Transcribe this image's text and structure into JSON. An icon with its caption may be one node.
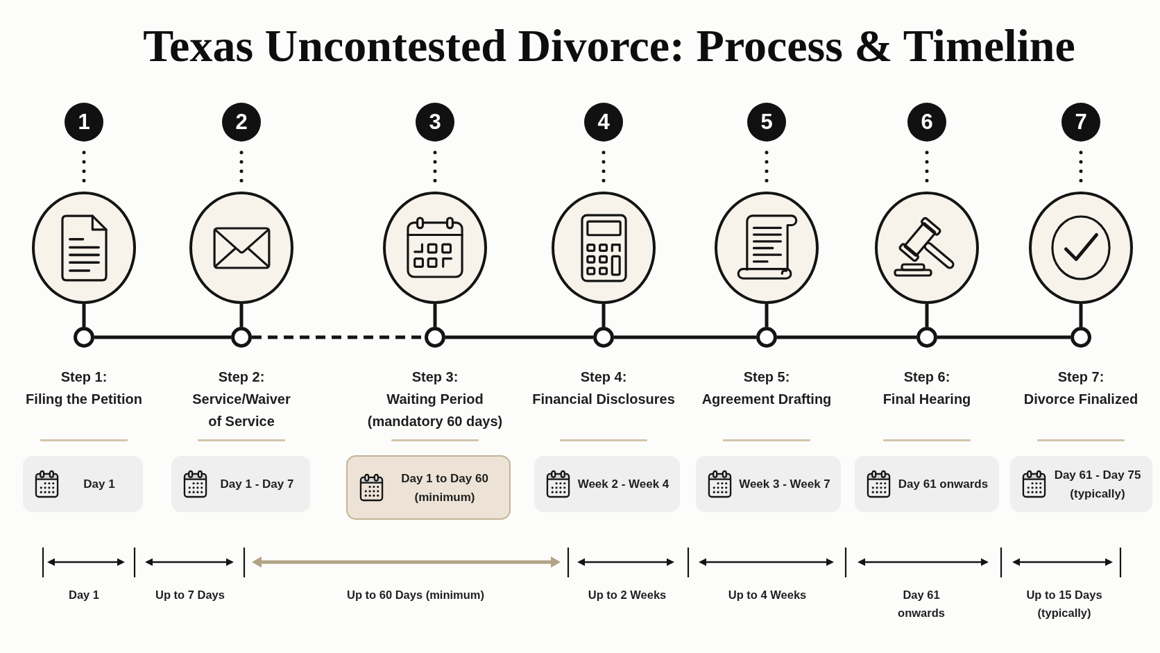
{
  "diagram": {
    "title": "Texas Uncontested Divorce: Process & Timeline",
    "nodes": [
      {
        "text": [
          "1"
        ]
      },
      {
        "text": [
          "2"
        ]
      },
      {
        "text": [
          "3"
        ]
      },
      {
        "text": [
          "4"
        ]
      },
      {
        "text": [
          "5"
        ]
      },
      {
        "text": [
          "6"
        ]
      },
      {
        "text": [
          "7"
        ]
      },
      {
        "text": [],
        "shape": "circle"
      },
      {
        "text": [],
        "shape": "circle"
      },
      {
        "text": [],
        "shape": "circle"
      },
      {
        "text": [],
        "shape": "circle"
      },
      {
        "text": [],
        "shape": "circle"
      },
      {
        "text": [],
        "shape": "circle"
      },
      {
        "text": [],
        "shape": "circle"
      },
      {
        "text": [],
        "shape": "circle",
        "beside": [
          "Step 1:",
          "Filing the Petition"
        ]
      },
      {
        "text": [],
        "shape": "circle",
        "beside": [
          "Step 2:",
          "Service/Waiver of Service"
        ]
      },
      {
        "text": [],
        "shape": "circle",
        "beside": [
          "Step 3:",
          "Waiting Period (mandatory 60 days)"
        ]
      },
      {
        "text": [],
        "shape": "circle",
        "beside": [
          "Step 4:",
          "Financial Disclosures"
        ]
      },
      {
        "text": [],
        "shape": "circle",
        "beside": [
          "Step 5:",
          "Agreement Drafting"
        ]
      },
      {
        "text": [],
        "shape": "circle",
        "beside": [
          "Step 6:",
          "Final Hearing"
        ]
      },
      {
        "text": [],
        "shape": "circle",
        "beside": [
          "Step 7:",
          "Divorce Finalized"
        ]
      },
      {
        "text": [
          "Day 1"
        ]
      },
      {
        "text": [
          "Day 1 - Day 7"
        ]
      },
      {
        "text": [
          "Day 1 to Day 60 (minimum)"
        ]
      },
      {
        "text": [
          "Week 2 - Week 4"
        ]
      },
      {
        "text": [
          "Week 3 - Week 7"
        ]
      },
      {
        "text": [
          "Day 61 onwards"
        ]
      },
      {
        "text": [
          "Day 61 - Day 75 (typically)"
        ]
      }
    ],
    "edges": [
      {
        "from": 0,
        "to": 7,
        "arrow": "none",
        "style": "dashed"
      },
      {
        "from": 1,
        "to": 8,
        "arrow": "none",
        "style": "dashed"
      },
      {
        "from": 2,
        "to": 9,
        "arrow": "none",
        "style": "dashed"
      },
      {
        "from": 3,
        "to": 10,
        "arrow": "none",
        "style": "dashed"
      },
      {
        "from": 4,
        "to": 11,
        "arrow": "none",
        "style": "dashed"
      },
      {
        "from": 5,
        "to": 12,
        "arrow": "none",
        "style": "dashed"
      },
      {
        "from": 6,
        "to": 13,
        "arrow": "none",
        "style": "dashed"
      },
      {
        "from": 7,
        "to": 14,
        "arrow": "none"
      },
      {
        "from": 8,
        "to": 15,
        "arrow": "none"
      },
      {
        "from": 9,
        "to": 16,
        "arrow": "none"
      },
      {
        "from": 10,
        "to": 17,
        "arrow": "none"
      },
      {
        "from": 11,
        "to": 18,
        "arrow": "none"
      },
      {
        "from": 12,
        "to": 19,
        "arrow": "none"
      },
      {
        "from": 13,
        "to": 20,
        "arrow": "none"
      },
      {
        "from": 14,
        "to": 15,
        "arrow": "none"
      },
      {
        "from": 15,
        "to": 16,
        "arrow": "none",
        "style": "dashed"
      },
      {
        "from": 16,
        "to": 17,
        "arrow": "none"
      },
      {
        "from": 17,
        "to": 18,
        "arrow": "none"
      },
      {
        "from": 18,
        "to": 19,
        "arrow": "none"
      },
      {
        "from": 19,
        "to": 20,
        "arrow": "none"
      }
    ],
    "labels": [
      "Day 1",
      "Up to 7 Days",
      "Up to 60 Days (minimum)",
      "Up to 2 Weeks",
      "Up to 4 Weeks",
      "Day 61 onwards",
      "Up to 15 Days (typically)"
    ]
  }
}
